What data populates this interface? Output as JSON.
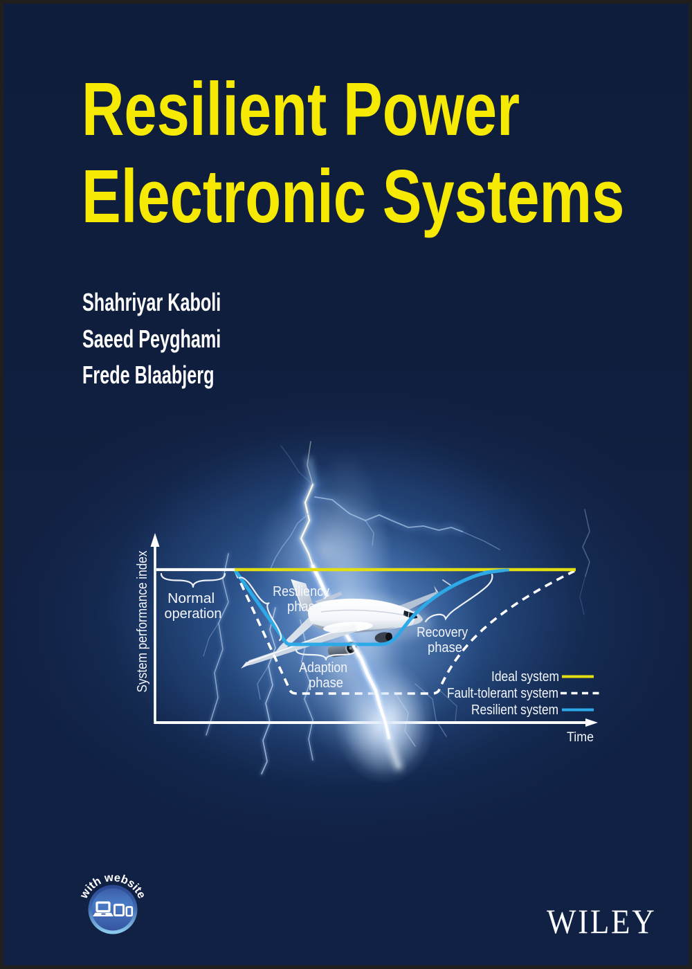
{
  "cover": {
    "title": [
      "Resilient Power",
      "Electronic Systems"
    ],
    "authors": [
      "Shahriyar Kaboli",
      "Saeed Peyghami",
      "Frede Blaabjerg"
    ],
    "publisher_logo": "WILEY",
    "badge": {
      "label": "with website"
    },
    "colors": {
      "background_navy": "#101f40",
      "frame": "#211e1e",
      "title_yellow": "#f6e903",
      "author_white": "#ffffff",
      "ideal_yellow": "#e3de12",
      "resilient_blue": "#2ea9e8",
      "fault_tolerant_white": "#ffffff",
      "badge_blue": "#4a7ac4"
    }
  },
  "diagram": {
    "y_axis_label": "System performance index",
    "x_axis_label": "Time",
    "annotations": {
      "normal": [
        "Normal",
        "operation"
      ],
      "resiliency": [
        "Resiliency",
        "phase"
      ],
      "adaption": [
        "Adaption",
        "phase"
      ],
      "recovery": [
        "Recovery",
        "phase"
      ]
    },
    "legend": [
      {
        "label": "Ideal system",
        "style": "solid",
        "color": "#e3de12"
      },
      {
        "label": "Fault-tolerant system",
        "style": "dashed",
        "color": "#ffffff"
      },
      {
        "label": "Resilient system",
        "style": "solid",
        "color": "#2ea9e8"
      }
    ]
  },
  "chart_data": {
    "type": "line",
    "xlabel": "Time",
    "ylabel": "System performance index",
    "x_range": [
      0,
      1
    ],
    "y_range": [
      0,
      1
    ],
    "grid": false,
    "legend_position": "lower right",
    "series": [
      {
        "name": "Ideal system",
        "color": "#e3de12",
        "style": "solid",
        "points": [
          [
            0,
            1
          ],
          [
            1,
            1
          ]
        ]
      },
      {
        "name": "Fault-tolerant system",
        "color": "#ffffff",
        "style": "dashed",
        "points": [
          [
            0,
            1
          ],
          [
            0.18,
            1
          ],
          [
            0.3,
            0.18
          ],
          [
            0.64,
            0.18
          ],
          [
            0.95,
            1
          ]
        ]
      },
      {
        "name": "Resilient system",
        "color": "#2ea9e8",
        "style": "solid",
        "points": [
          [
            0,
            1
          ],
          [
            0.18,
            1
          ],
          [
            0.3,
            0.52
          ],
          [
            0.52,
            0.51
          ],
          [
            0.79,
            1
          ]
        ]
      }
    ],
    "annotations": [
      "Normal operation",
      "Resiliency phase",
      "Adaption phase",
      "Recovery phase"
    ]
  }
}
